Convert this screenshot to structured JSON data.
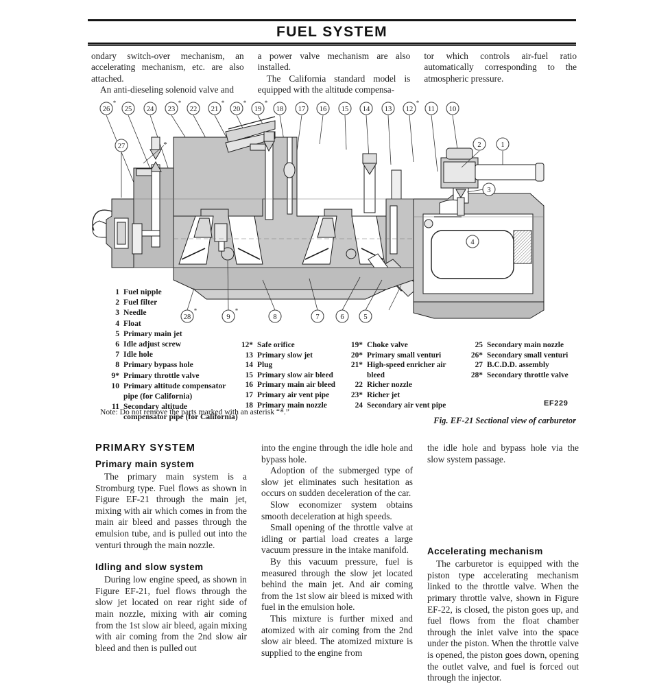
{
  "header": {
    "title": "FUEL SYSTEM"
  },
  "intro": {
    "col1": [
      "ondary switch-over mechanism, an accelerating mechanism, etc. are also attached.",
      "An anti-dieseling solenoid valve and"
    ],
    "col2": [
      "a power valve mechanism are also installed.",
      "The California standard model is equipped with the altitude compensa-"
    ],
    "col3": [
      "tor which controls air-fuel ratio automatically corresponding to the atmospheric pressure."
    ]
  },
  "figure": {
    "top_callouts": [
      "26*",
      "25",
      "24",
      "23*",
      "22",
      "21*",
      "20*",
      "19*",
      "18",
      "17",
      "16",
      "15",
      "14",
      "13",
      "12*",
      "11",
      "10"
    ],
    "left_callouts": [
      "27",
      "*"
    ],
    "right_callouts": [
      "2",
      "1",
      "3",
      "4"
    ],
    "bottom_callouts": [
      "28*",
      "9*",
      "8",
      "7",
      "6",
      "5"
    ],
    "code": "EF229",
    "caption": "Fig. EF-21  Sectional view of carburetor",
    "note": "Note:  Do not remove the parts marked with an asterisk “*.”"
  },
  "legend": {
    "col1": [
      {
        "num": "1",
        "label": "Fuel nipple"
      },
      {
        "num": "2",
        "label": "Fuel filter"
      },
      {
        "num": "3",
        "label": "Needle"
      },
      {
        "num": "4",
        "label": "Float"
      },
      {
        "num": "5",
        "label": "Primary main jet"
      },
      {
        "num": "6",
        "label": "Idle adjust screw"
      },
      {
        "num": "7",
        "label": "Idle hole"
      },
      {
        "num": "8",
        "label": "Primary bypass hole"
      },
      {
        "num": "9*",
        "label": "Primary throttle valve"
      },
      {
        "num": "10",
        "label": "Primary altitude compensator",
        "cont": "pipe (for California)"
      },
      {
        "num": "11",
        "label": "Secondary altitude",
        "cont": "compensator pipe (for California)"
      }
    ],
    "col2": [
      {
        "num": "12*",
        "label": "Safe orifice"
      },
      {
        "num": "13",
        "label": "Primary slow jet"
      },
      {
        "num": "14",
        "label": "Plug"
      },
      {
        "num": "15",
        "label": "Primary slow air bleed"
      },
      {
        "num": "16",
        "label": "Primary main air bleed"
      },
      {
        "num": "17",
        "label": "Primary air vent pipe"
      },
      {
        "num": "18",
        "label": "Primary main nozzle"
      }
    ],
    "col3": [
      {
        "num": "19*",
        "label": "Choke valve"
      },
      {
        "num": "20*",
        "label": "Primary small venturi"
      },
      {
        "num": "21*",
        "label": "High-speed enricher air",
        "cont": "bleed"
      },
      {
        "num": "22",
        "label": "Richer nozzle"
      },
      {
        "num": "23*",
        "label": "Richer jet"
      },
      {
        "num": "24",
        "label": "Secondary air vent pipe"
      }
    ],
    "col4": [
      {
        "num": "25",
        "label": "Secondary main nozzle"
      },
      {
        "num": "26*",
        "label": "Secondary small venturi"
      },
      {
        "num": "27",
        "label": "B.C.D.D. assembly"
      },
      {
        "num": "28*",
        "label": "Secondary throttle valve"
      }
    ]
  },
  "body": {
    "left": {
      "heading": "PRIMARY SYSTEM",
      "sub1": "Primary main system",
      "p1": "The primary main system is a Stromburg type. Fuel flows as shown in Figure EF-21 through the main jet, mixing with air which comes in from the main air bleed and passes through the emulsion tube, and is pulled out into the venturi through the main nozzle.",
      "sub2": "Idling and slow system",
      "p2": "During low engine speed, as shown in Figure EF-21, fuel flows through the slow jet located on rear right side of main nozzle, mixing with air coming from the 1st slow air bleed, again mixing with air coming from the 2nd slow air bleed and then is pulled out"
    },
    "middle": {
      "p1": "into the engine through the idle hole and bypass hole.",
      "p2": "Adoption of the submerged type of slow jet eliminates such hesitation as occurs on sudden deceleration of the car.",
      "p3": "Slow economizer system obtains smooth deceleration at high speeds.",
      "p4": "Small opening of the throttle valve at idling or partial load creates a large vacuum pressure in the intake manifold.",
      "p5": "By this vacuum pressure, fuel is measured through the slow jet located behind the main jet. And air coming from the 1st slow air bleed is mixed with fuel in the emulsion hole.",
      "p6": "This mixture is further mixed and atomized with air coming from the 2nd slow air bleed. The atomized mixture is supplied to the engine from"
    },
    "right": {
      "p1": "the idle hole and bypass hole via the slow system passage.",
      "sub1": "Accelerating mechanism",
      "p2": "The carburetor is equipped with the piston type accelerating mechanism linked to the throttle valve. When the primary throttle valve, shown in Figure EF-22, is closed, the piston goes up, and fuel flows from the float chamber through the inlet valve into the space under the piston. When the throttle valve is opened, the piston goes down, opening the outlet valve, and fuel is forced out through the injector."
    }
  },
  "colors": {
    "ink": "#1a1a1a",
    "metal_fill": "#b9b9b9",
    "metal_fill_light": "#d4d4d4",
    "white": "#ffffff"
  }
}
